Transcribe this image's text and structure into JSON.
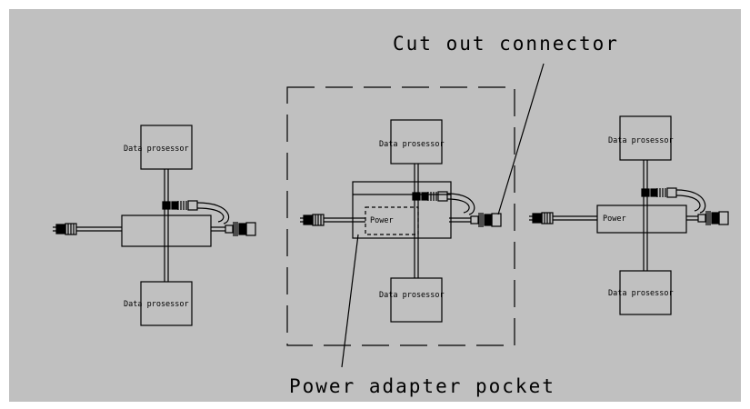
{
  "colors": {
    "background": "#c0c0c0",
    "ink": "#000000",
    "page": "#ffffff"
  },
  "labels": {
    "data_processor": "Data prosessor",
    "power": "Power",
    "cut_out_connector": "Cut out connector",
    "power_adapter_pocket": "Power adapter pocket"
  }
}
